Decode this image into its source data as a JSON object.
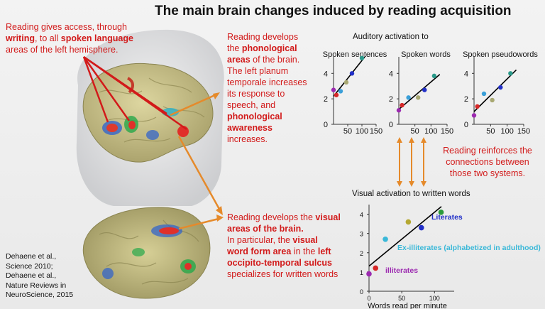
{
  "title": "The main brain changes induced by reading acquisition",
  "left_text": {
    "p1": "Reading gives access, through",
    "p2_bold": "writing",
    "p2_rest": ", to all ",
    "p2_bold2": "spoken language",
    "p3": "areas of the left hemisphere."
  },
  "middle_text": {
    "l1": "Reading develops",
    "l2": "the ",
    "l2_bold": "phonological",
    "l3_bold": "areas",
    "l3_rest": " of the brain.",
    "l4": "The left planum",
    "l5": "temporale increases",
    "l6": "its response to",
    "l7": "speech, and",
    "l8_bold": "phonological",
    "l9_bold": "awareness",
    "l10": "increases."
  },
  "lower_text": {
    "l1": "Reading develops the ",
    "l1_bold": "visual",
    "l2_bold": "areas of the brain.",
    "l3": "In particular, the ",
    "l3_bold": "visual",
    "l4_bold": "word form area",
    "l4_rest": " in the ",
    "l4_bold2": "left",
    "l5_bold": "occipito-temporal sulcus",
    "l6": "specializes for written words"
  },
  "reinforce_text": {
    "l1": "Reading reinforces the",
    "l2": "connections between",
    "l3": "those two systems."
  },
  "citation": {
    "l1": "Dehaene et al.,",
    "l2": "Science 2010;",
    "l3": "Dehaene et al.,",
    "l4": "Nature Reviews in",
    "l5": "NeuroScience, 2015"
  },
  "auditory_header": "Auditory activation to",
  "visual_header": "Visual activation to written words",
  "chart_data": [
    {
      "type": "scatter",
      "title": "Spoken sentences",
      "x": [
        0,
        10,
        25,
        45,
        65,
        100
      ],
      "y": [
        2.7,
        2.3,
        2.6,
        3.3,
        4.0,
        5.2
      ],
      "point_colors": [
        "#9c2ab0",
        "#d62828",
        "#3a9fd8",
        "#a8a872",
        "#2230c8",
        "#2a9a8a"
      ],
      "yticks": [
        0,
        2,
        4
      ],
      "xticks": [
        "50",
        "100",
        "150"
      ],
      "ylim": [
        0,
        5.3
      ],
      "xlim": [
        0,
        150
      ],
      "fit_line": true
    },
    {
      "type": "scatter",
      "title": "Spoken words",
      "x": [
        0,
        10,
        30,
        60,
        80,
        110
      ],
      "y": [
        1.1,
        1.5,
        2.1,
        2.1,
        2.7,
        3.8
      ],
      "point_colors": [
        "#9c2ab0",
        "#d62828",
        "#3a9fd8",
        "#a8a872",
        "#2230c8",
        "#2a9a8a"
      ],
      "yticks": [
        0,
        2,
        4
      ],
      "xticks": [
        "50",
        "100",
        "150"
      ],
      "ylim": [
        0,
        5.3
      ],
      "xlim": [
        0,
        150
      ],
      "fit_line": true
    },
    {
      "type": "scatter",
      "title": "Spoken pseudowords",
      "x": [
        0,
        10,
        30,
        55,
        80,
        110
      ],
      "y": [
        0.7,
        1.4,
        2.4,
        1.9,
        2.9,
        4.0
      ],
      "point_colors": [
        "#9c2ab0",
        "#d62828",
        "#3a9fd8",
        "#a8a872",
        "#2230c8",
        "#2a9a8a"
      ],
      "yticks": [
        0,
        2,
        4
      ],
      "xticks": [
        "50",
        "100",
        "150"
      ],
      "ylim": [
        0,
        5.3
      ],
      "xlim": [
        0,
        150
      ],
      "fit_line": true
    },
    {
      "type": "scatter",
      "title": "Visual activation to written words",
      "xlabel": "Words read per minute",
      "x": [
        0,
        10,
        25,
        60,
        80,
        110
      ],
      "y": [
        0.9,
        1.2,
        2.7,
        3.6,
        3.3,
        4.1
      ],
      "point_colors": [
        "#9c2ab0",
        "#d62828",
        "#3ab8d8",
        "#b5a832",
        "#2230c8",
        "#2a9a3a"
      ],
      "yticks": [
        0,
        1,
        2,
        3,
        4
      ],
      "xticks": [
        0,
        50,
        100
      ],
      "ylim": [
        0,
        4.5
      ],
      "xlim": [
        0,
        130
      ],
      "fit_line": true,
      "annotations": [
        {
          "text": "Literates",
          "color": "#2230c8"
        },
        {
          "text": "Ex-illiterates (alphabetized in adulthood)",
          "color": "#3ab8d8"
        },
        {
          "text": "illiterates",
          "color": "#9c2ab0"
        }
      ]
    }
  ]
}
